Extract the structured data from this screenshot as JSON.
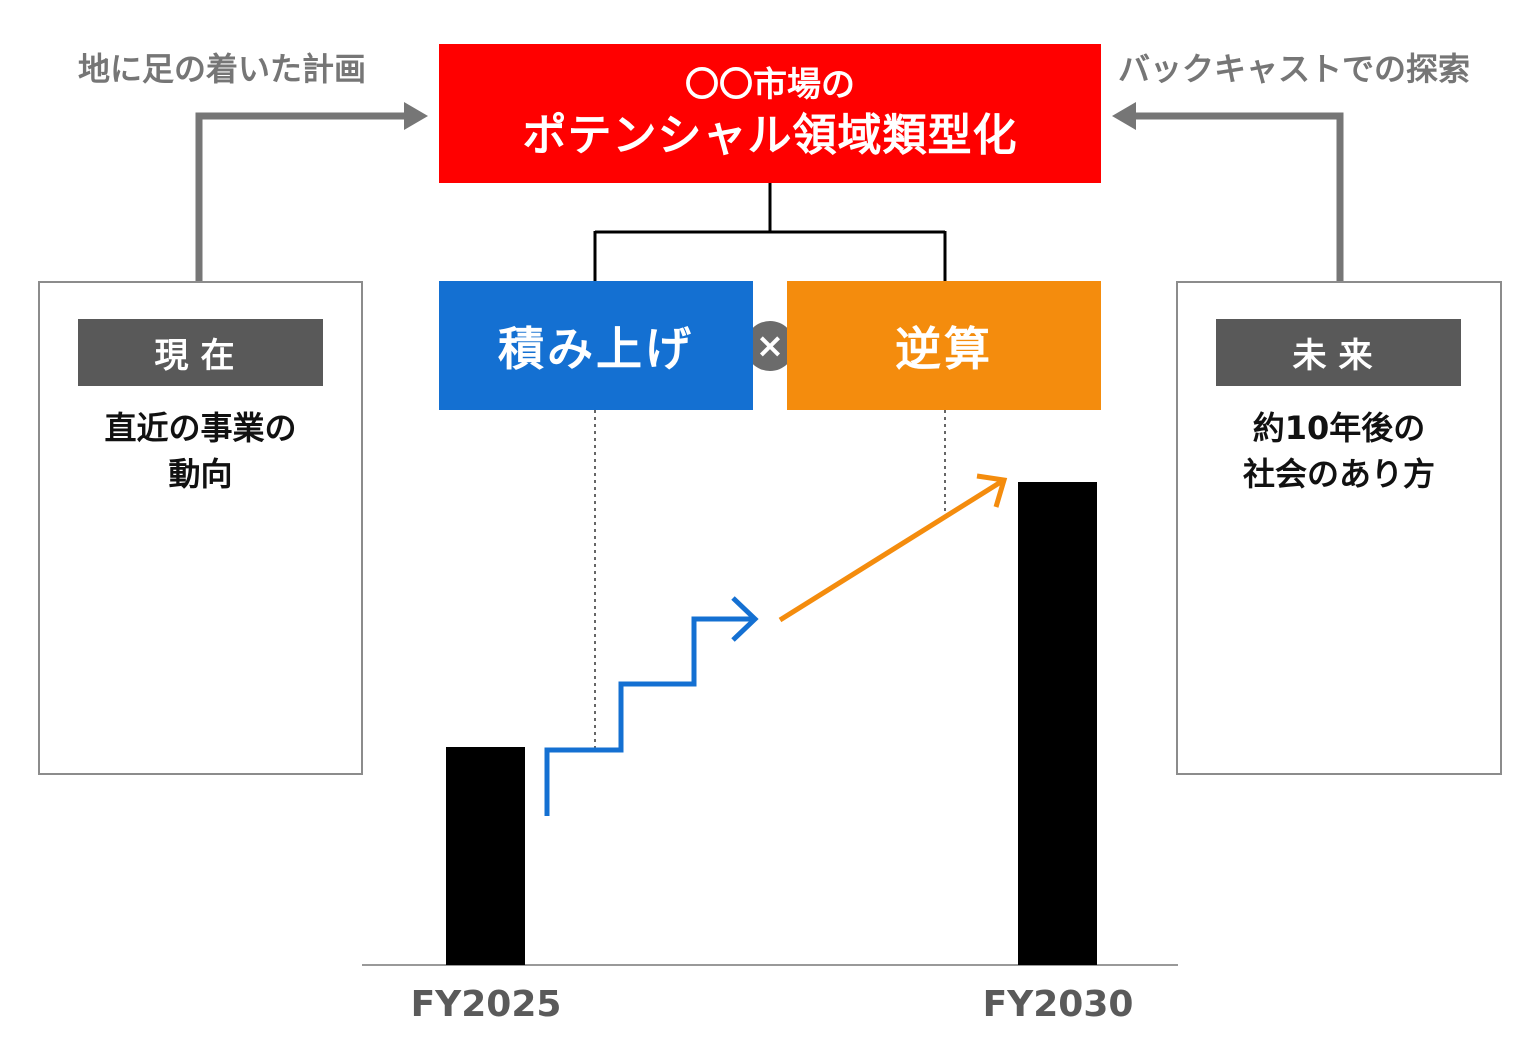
{
  "top_left_label": "地に足の着いた計画",
  "top_right_label": "バックキャストでの探索",
  "center_box": {
    "line1": "〇〇市場の",
    "line2": "ポテンシャル領域類型化"
  },
  "methods": {
    "left": "積み上げ",
    "right": "逆算",
    "operator": "×"
  },
  "left_panel": {
    "header": "現在",
    "desc_line1": "直近の事業の",
    "desc_line2": "動向"
  },
  "right_panel": {
    "header": "未来",
    "desc_line1": "約10年後の",
    "desc_line2": "社会のあり方"
  },
  "chart_data": {
    "type": "bar",
    "categories": [
      "FY2025",
      "FY2030"
    ]
  },
  "colors": {
    "red": "#ff0000",
    "blue": "#1470d2",
    "orange": "#f48c0d",
    "gray": "#767676"
  },
  "icons": {
    "left": "people-group-check-icon",
    "right": "city-community-icon"
  }
}
